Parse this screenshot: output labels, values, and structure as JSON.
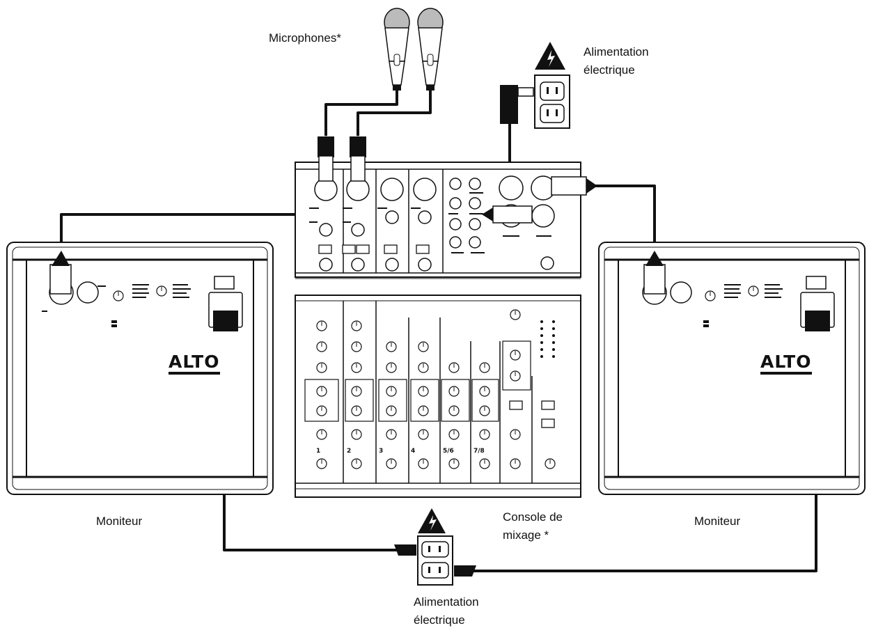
{
  "labels": {
    "microphones": "Microphones*",
    "power_top_line1": "Alimentation",
    "power_top_line2": "électrique",
    "monitor_left": "Moniteur",
    "monitor_right": "Moniteur",
    "console_line1": "Console de",
    "console_line2": "mixage *",
    "power_bottom_line1": "Alimentation",
    "power_bottom_line2": "électrique"
  },
  "speaker": {
    "brand": "ALTO"
  },
  "mixer": {
    "channel_numbers": [
      "1",
      "2",
      "3",
      "4",
      "5/6",
      "7/8"
    ]
  },
  "colors": {
    "line": "#111111",
    "panel_fill": "#ffffff",
    "warning_fill": "#111111"
  }
}
